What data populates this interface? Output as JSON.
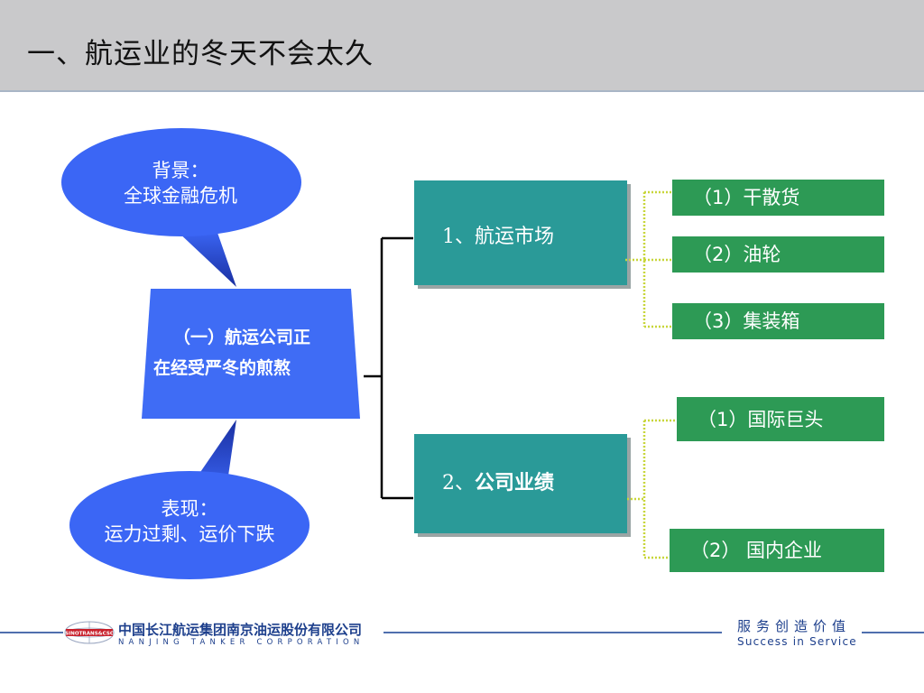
{
  "slide": {
    "title": "一、航运业的冬天不会太久"
  },
  "diagram": {
    "background_callout": {
      "line1": "背景：",
      "line2": "全球金融危机"
    },
    "performance_callout": {
      "line1": "表现：",
      "line2": "运力过剩、运价下跌"
    },
    "center_box": {
      "line1": "（一）航运公司正",
      "line2": "在经受严冬的煎熬"
    },
    "branches": [
      {
        "label": "1、航运市场",
        "items": [
          "（1）干散货",
          "（2）油轮",
          "（3）集装箱"
        ]
      },
      {
        "label_prefix": "2、",
        "label_main": "公司业绩",
        "items": [
          "（1）国际巨头",
          "（2） 国内企业"
        ]
      }
    ],
    "colors": {
      "ellipse": "#3b66f5",
      "center": "#3f6cf5",
      "teal": "#2a9a98",
      "green": "#2d9a55",
      "connector": "#000000",
      "dotted": "#c8d63a"
    }
  },
  "footer": {
    "logo_text": "SINOTRANS&CSC",
    "company_cn": "中国长江航运集团南京油运股份有限公司",
    "company_en": "NANJING TANKER CORPORATION",
    "slogan_cn": "服务创造价值",
    "slogan_en": "Success in Service"
  }
}
